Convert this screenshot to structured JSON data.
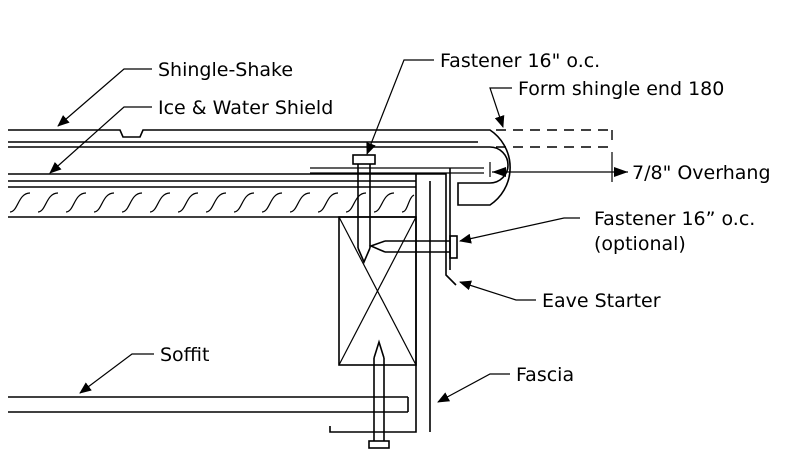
{
  "labels": {
    "shingle_shake": "Shingle-Shake",
    "ice_water_shield": "Ice & Water Shield",
    "fastener_top": "Fastener 16\" o.c.",
    "form_shingle_end": "Form shingle end 180",
    "overhang": "7/8\" Overhang",
    "fastener_optional_line1": "Fastener 16” o.c.",
    "fastener_optional_line2": "(optional)",
    "eave_starter": "Eave Starter",
    "soffit": "Soffit",
    "fascia": "Fascia"
  }
}
